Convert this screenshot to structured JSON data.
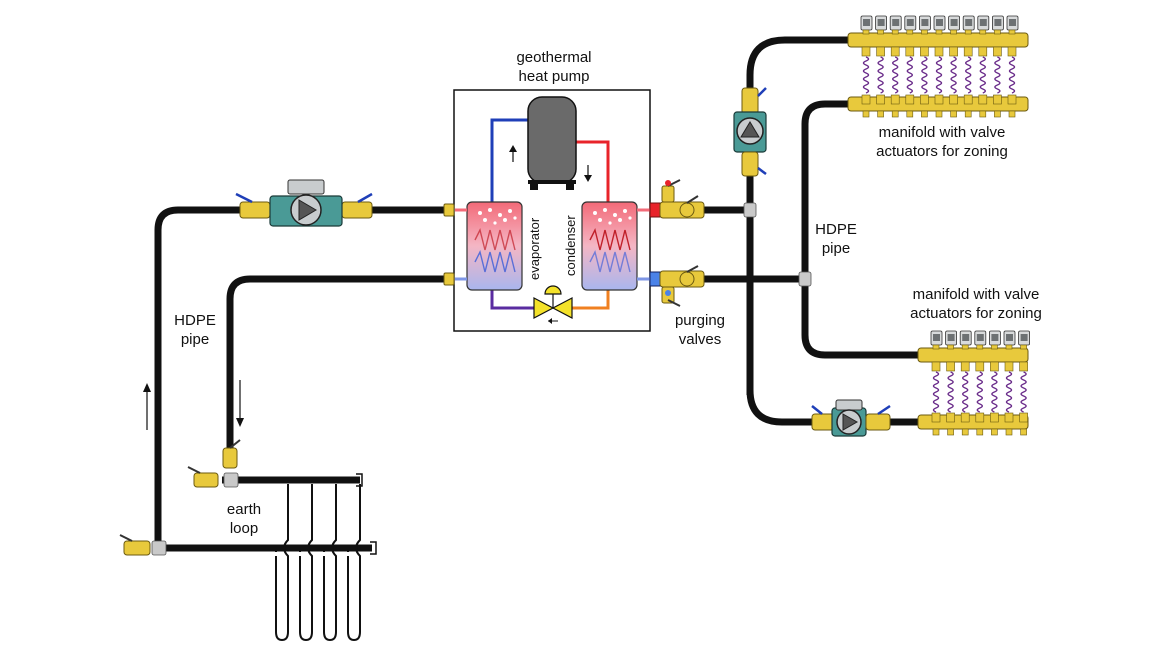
{
  "labels": {
    "heat_pump_line1": "geothermal",
    "heat_pump_line2": "heat pump",
    "evaporator": "evaporator",
    "condenser": "condenser",
    "purging_line1": "purging",
    "purging_line2": "valves",
    "hdpe_left_line1": "HDPE",
    "hdpe_left_line2": "pipe",
    "hdpe_right_line1": "HDPE",
    "hdpe_right_line2": "pipe",
    "earth_loop_line1": "earth",
    "earth_loop_line2": "loop",
    "manifold_top_line1": "manifold with valve",
    "manifold_top_line2": "actuators for zoning",
    "manifold_bottom_line1": "manifold with valve",
    "manifold_bottom_line2": "actuators for zoning"
  },
  "manifolds": {
    "top_zone_count": 11,
    "bottom_zone_count": 7
  },
  "earth_loop": {
    "loop_count": 4
  },
  "colors": {
    "pipe": "#111111",
    "brass": "#e8c93c",
    "hot_refrigerant": "#e8232a",
    "cold_refrigerant": "#1f3fb8",
    "liquid_refrigerant": "#5a2ca0",
    "expansion_outlet": "#f08020",
    "pump_body": "#4a9a96",
    "compressor": "#6a6a6a"
  }
}
